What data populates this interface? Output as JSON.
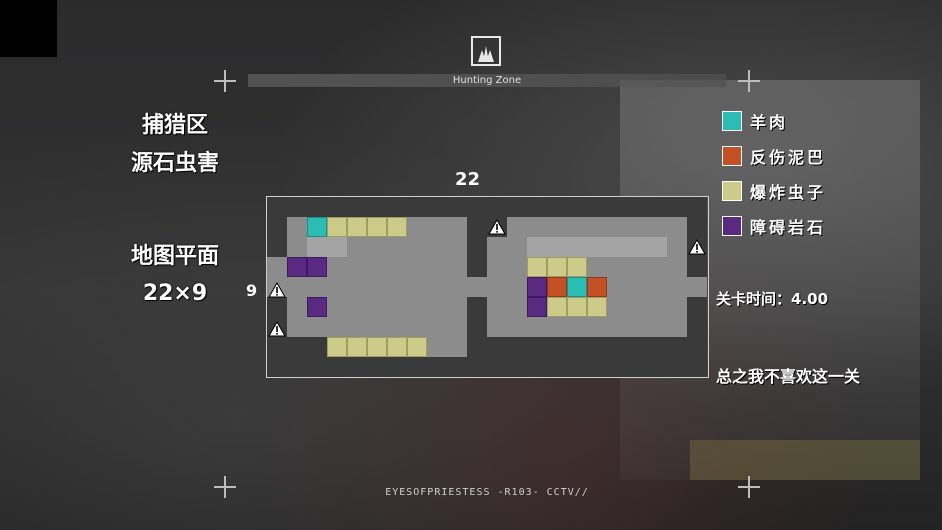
{
  "header": {
    "zone_title": "Hunting Zone"
  },
  "left_titles": {
    "line1": "捕猎区",
    "line2": "源石虫害",
    "map_label": "地图平面",
    "map_size": "22×9"
  },
  "map": {
    "width_label": "22",
    "height_label": "9"
  },
  "legend": [
    {
      "label": "羊肉",
      "color": "#2bbcb4"
    },
    {
      "label": "反伤泥巴",
      "color": "#c45124"
    },
    {
      "label": "爆炸虫子",
      "color": "#cccb8a"
    },
    {
      "label": "障碍岩石",
      "color": "#5a2a82"
    }
  ],
  "level_time": "关卡时间：4.00",
  "comment": "总之我不喜欢这一关",
  "footer": "EYESOFPRIESTESS -R103- CCTV//"
}
